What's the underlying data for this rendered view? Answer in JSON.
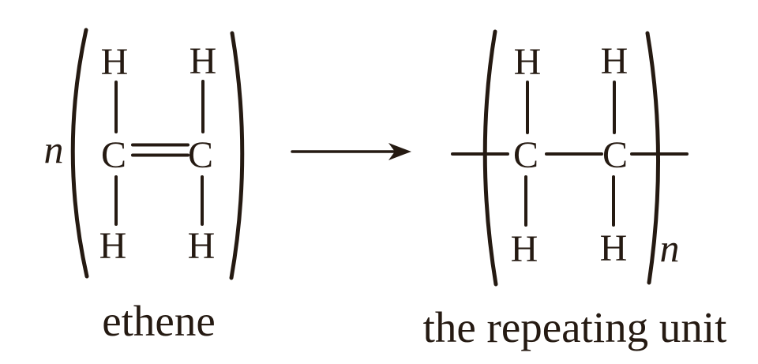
{
  "colors": {
    "ink": "#251a12",
    "background": "#ffffff"
  },
  "icons": {
    "reaction_arrow": "right-arrow-icon"
  },
  "equation": {
    "coefficient": "n",
    "reactant": {
      "caption": "ethene",
      "carbon": "C",
      "hydrogen": "H"
    },
    "product": {
      "caption": "the repeating unit",
      "carbon": "C",
      "hydrogen": "H",
      "subscript": "n"
    }
  }
}
